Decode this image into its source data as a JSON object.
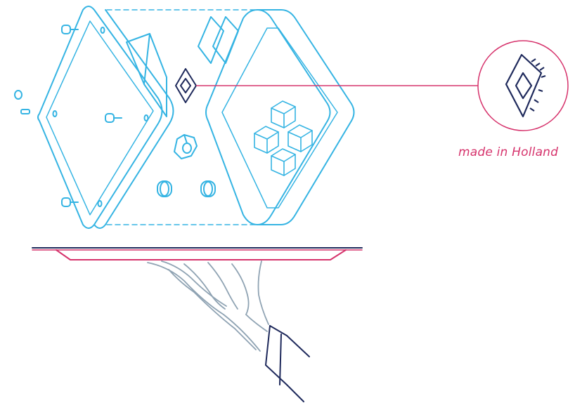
{
  "caption": "made in Holland",
  "colors": {
    "blue": "#35b4e3",
    "navy": "#1f2a5c",
    "magenta": "#d6336c",
    "arm": "#8fa3b3"
  },
  "parts": [
    "back-plate",
    "side-block",
    "screws",
    "pins",
    "nut",
    "spacers",
    "crystal-diamonds",
    "chip",
    "front-frame",
    "cube-cluster",
    "tray",
    "hand",
    "badge"
  ]
}
